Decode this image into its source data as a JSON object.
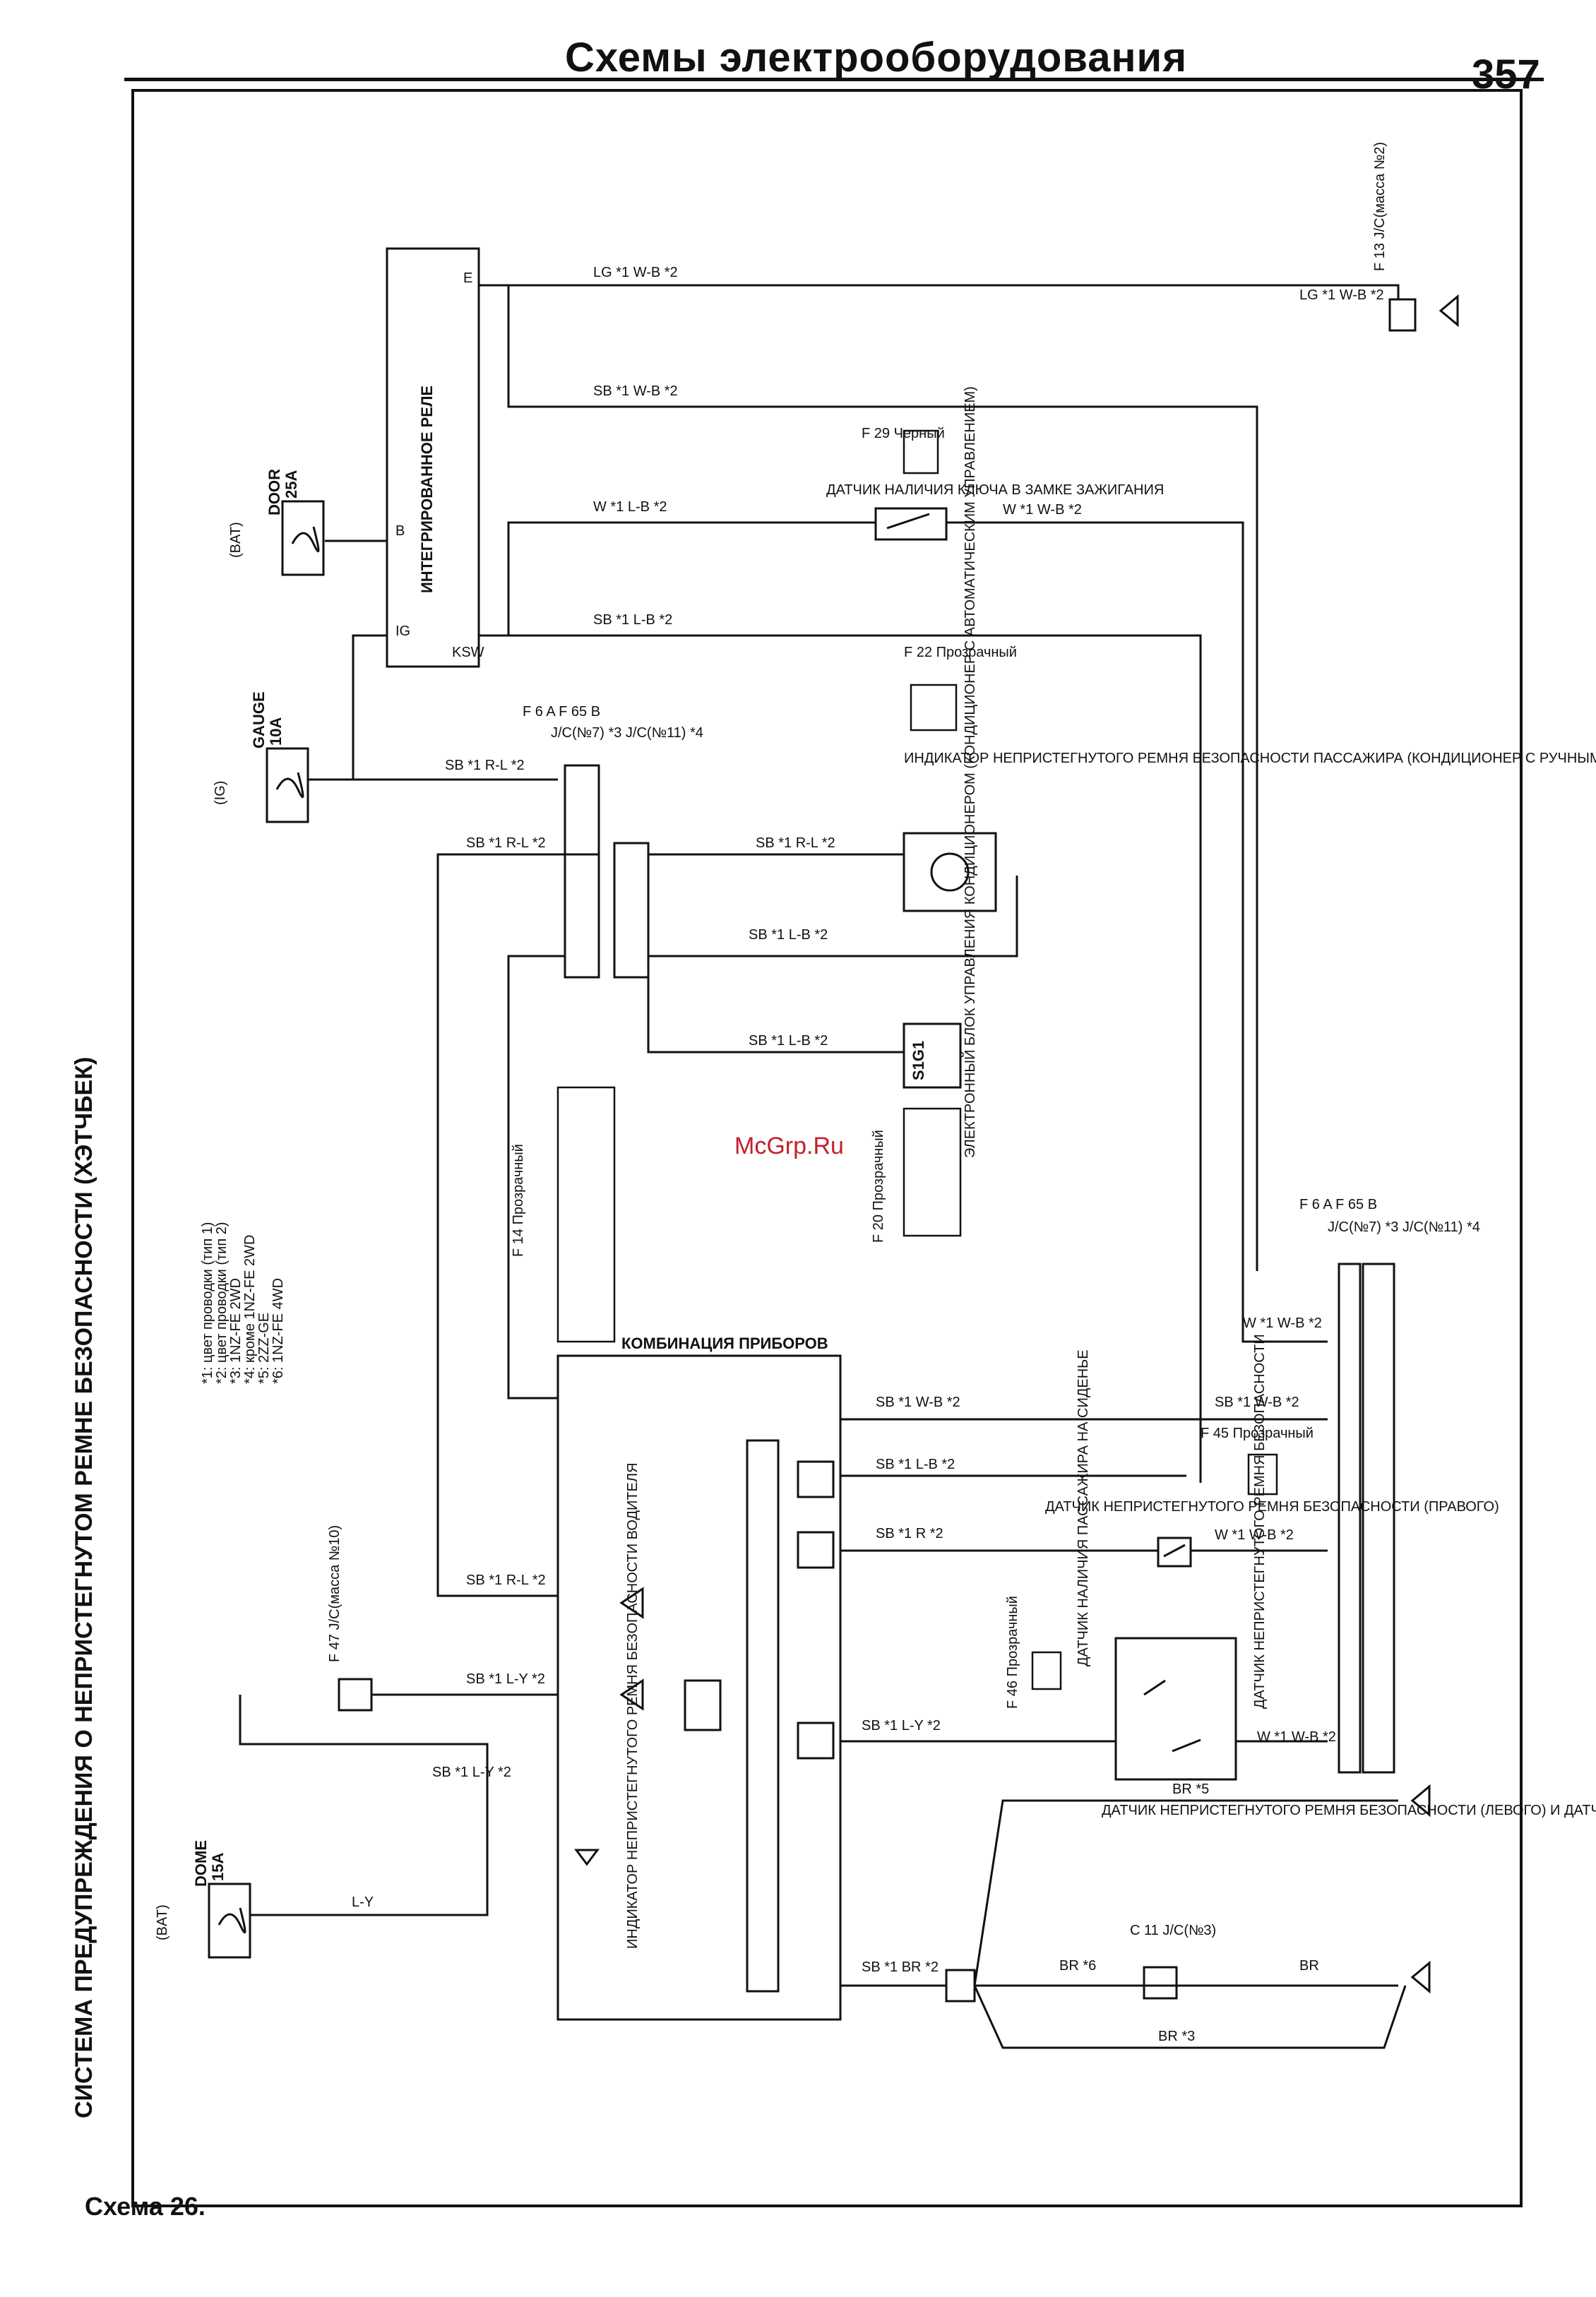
{
  "header": {
    "title": "Схемы электрооборудования",
    "page_number": "357"
  },
  "caption": "Схема 26.",
  "diagram_title": "СИСТЕМА ПРЕДУПРЕЖДЕНИЯ О НЕПРИСТЕГНУТОМ РЕМНЕ БЕЗОПАСНОСТИ (ХЭТЧБЕК)",
  "watermark": "McGrp.Ru",
  "notes": [
    "*1: цвет проводки (тип 1)",
    "*2: цвет проводки (тип 2)",
    "*3: 1NZ-FE 2WD",
    "*4: кроме 1NZ-FE 2WD",
    "*5: 2ZZ-GE",
    "*6: 1NZ-FE 4WD"
  ],
  "fuses": [
    {
      "name": "DOOR",
      "rating": "25A",
      "source": "(BAT)"
    },
    {
      "name": "GAUGE",
      "rating": "10A",
      "source": "(IG)"
    },
    {
      "name": "DOME",
      "rating": "15A",
      "source": "(BAT)"
    }
  ],
  "components": {
    "relay": "ИНТЕГРИРОВАННОЕ РЕЛЕ",
    "relay_pins": [
      "E",
      "B",
      "IG",
      "KSW"
    ],
    "key_sensor": "ДАТЧИК НАЛИЧИЯ КЛЮЧА В ЗАМКЕ ЗАЖИГАНИЯ",
    "key_sensor_ref": "F 29 Черный",
    "passenger_indicator": "ИНДИКАТОР НЕПРИСТЕГНУТОГО РЕМНЯ БЕЗОПАСНОСТИ ПАССАЖИРА (КОНДИЦИОНЕР С РУЧНЫМ УПРАВЛЕНИЕМ)",
    "passenger_indicator_ref": "F 22 Прозрачный",
    "ecu": "ЭЛЕКТРОННЫЙ БЛОК УПРАВЛЕНИЯ КОНДИЦИОНЕРОМ (КОНДИЦИОНЕР С АВТОМАТИЧЕСКИМ УПРАВЛЕНИЕМ)",
    "ecu_pin": "S1G1",
    "ecu_ref": "F 20 Прозрачный",
    "cluster": "КОМБИНАЦИЯ ПРИБОРОВ",
    "cluster_ref": "F 14 Прозрачный",
    "right_sensor": "ДАТЧИК НЕПРИСТЕГНУТОГО РЕМНЯ БЕЗОПАСНОСТИ (ПРАВОГО)",
    "right_sensor_ref": "F 45 Прозрачный",
    "left_sensor": "ДАТЧИК НЕПРИСТЕГНУТОГО РЕМНЯ БЕЗОПАСНОСТИ (ЛЕВОГО) И ДАТЧИК НАЛИЧИЯ ПАССАЖИРА НА СИДЕНЬЕ",
    "left_sensor_ref": "F 46 Прозрачный",
    "seat_sensor": "ДАТЧИК НАЛИЧИЯ ПАССАЖИРА НА СИДЕНЬЕ",
    "belt_sensor": "ДАТЧИК НЕПРИСТЕГНУТОГО РЕМНЯ БЕЗОПАСНОСТИ",
    "driver_indicator": "ИНДИКАТОР НЕПРИСТЕГНУТОГО РЕМНЯ БЕЗОПАСНОСТИ ВОДИТЕЛЯ",
    "jc_top": "F 13 J/C(масса №2)",
    "jc_mid_ref": "F 6 A F 65 B",
    "jc_mid": "J/C(№7) *3 J/C(№11) *4",
    "jc_f47": "F 47 J/C(масса №10)",
    "jc_c11": "C 11 J/C(№3)"
  },
  "wires": {
    "lg_wb": "LG *1 W-B *2",
    "sb_wb": "SB *1 W-B *2",
    "w_lb": "W *1 L-B *2",
    "w_wb": "W *1 W-B *2",
    "sb_lb": "SB *1 L-B *2",
    "sb_rl": "SB *1 R-L *2",
    "sb_ly": "SB *1 L-Y *2",
    "sr_r": "SB *1 R *2",
    "sb_br": "SB *1 BR *2",
    "br5": "BR *5",
    "br6": "BR *6",
    "br3": "BR *3",
    "br": "BR",
    "ly": "L-Y"
  }
}
